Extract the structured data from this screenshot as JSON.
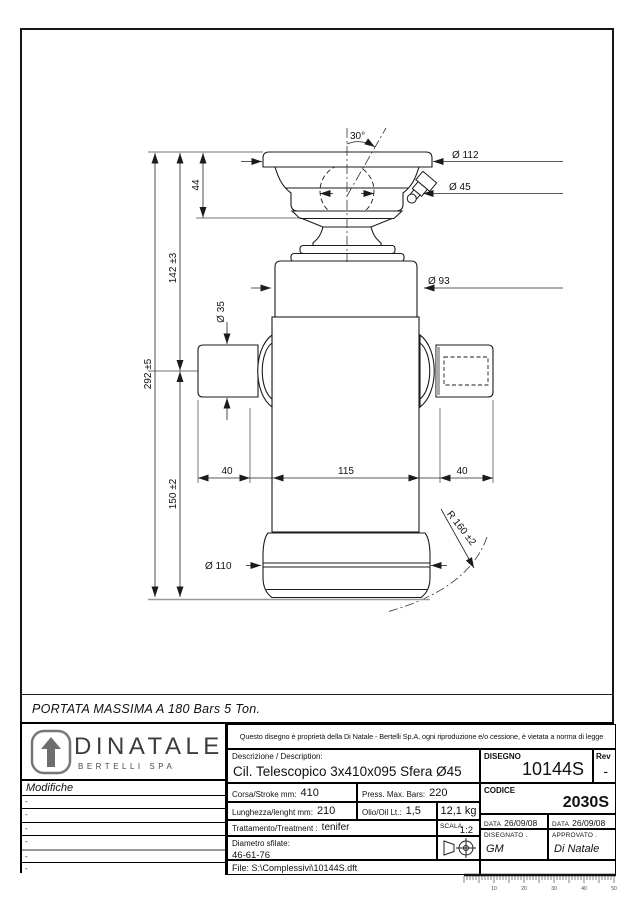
{
  "drawing": {
    "note": "PORTATA MASSIMA A 180 Bars  5 Ton.",
    "dimensions": {
      "angle_top": "30°",
      "dia_112": "Ø 112",
      "dia_45": "Ø 45",
      "dim_44": "44",
      "dia_93": "Ø 93",
      "dim_142": "142 ±3",
      "dim_292": "292 ±5",
      "dia_35": "Ø 35",
      "dim_150": "150 ±2",
      "dim_40_left": "40",
      "dim_115": "115",
      "dim_40_right": "40",
      "dia_110": "Ø 110",
      "radius_160": "R 160 ±2"
    }
  },
  "title_block": {
    "logo_name": "DINATALE",
    "logo_subtitle": "BERTELLI SPA",
    "copyright": "Questo disegno è proprietà della Di Natale - Bertelli Sp.A, ogni riproduzione e/o cessione, è vietata a norma di legge",
    "modifiche_label": "Modifiche",
    "modifiche_rows": [
      "-",
      "-",
      "-",
      "-",
      "-",
      "-"
    ],
    "description_label": "Descrizione / Description:",
    "description": "Cil. Telescopico 3x410x095 Sfera Ø45",
    "disegno_label": "DISEGNO",
    "disegno": "10144S",
    "rev_label": "Rev",
    "rev": "-",
    "corsa_label": "Corsa/Stroke mm:",
    "corsa": "410",
    "press_label": "Press. Max. Bars:",
    "press": "220",
    "codice_label": "CODICE",
    "codice": "2030S",
    "lunghezza_label": "Lunghezza/lenght mm:",
    "lunghezza": "210",
    "olio_label": "Olio/Oil Lt.:",
    "olio": "1,5",
    "weight": "12,1 kg",
    "trattamento_label": "Trattamento/Treatment :",
    "trattamento": "tenifer",
    "scala_label": "SCALA",
    "scala": "1:2",
    "data_label": "DATA",
    "data_designed": "26/09/08",
    "data_approved": "26/09/08",
    "disegnato_label": "DISEGNATO .",
    "disegnato": "GM",
    "approvato_label": "APPROVATO .",
    "approvato": "Di Natale",
    "diametro_label": "Diametro sfilate:",
    "diametro": "46-61-76",
    "file_label": "File:",
    "file_value": "S:\\Complessivi\\10144S.dft"
  },
  "ruler": {
    "labels": [
      "10",
      "20",
      "30",
      "40",
      "50"
    ]
  }
}
